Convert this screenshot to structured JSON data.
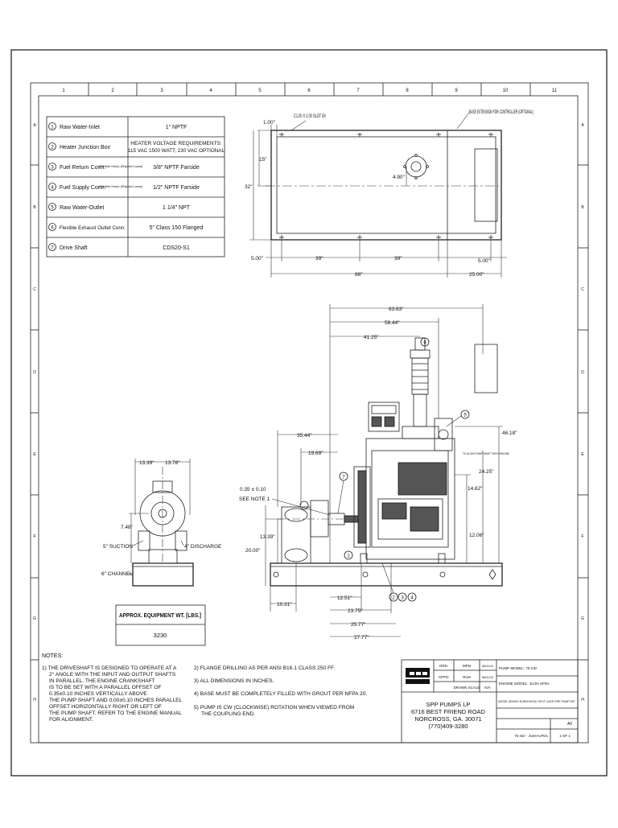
{
  "grid": {
    "columns": [
      "1",
      "2",
      "3",
      "4",
      "5",
      "6",
      "7",
      "8",
      "9",
      "10",
      "11"
    ],
    "rows": [
      "A",
      "B",
      "C",
      "D",
      "E",
      "F",
      "G",
      "H"
    ]
  },
  "connections": [
    {
      "num": "1",
      "name": "Raw Water-Inlet",
      "note": "",
      "value": "1\" NPTF",
      "value2": ""
    },
    {
      "num": "2",
      "name": "Heater Junction Box",
      "note": "",
      "value": "HEATER VOLTAGE REQUIREMENTS:",
      "value2": "115 VAC 1500 WATT, 230 VAC OPTIONAL"
    },
    {
      "num": "3",
      "name": "Fuel Return Conn.",
      "note": "(Flexible Hose) (Shipped Loose)",
      "value": "3/8\" NPTF Farside",
      "value2": ""
    },
    {
      "num": "4",
      "name": "Fuel Supply Conn.",
      "note": "(Flexible Hose) (Shipped Loose)",
      "value": "1/2\" NPTF Farside",
      "value2": ""
    },
    {
      "num": "5",
      "name": "Raw Water-Outlet",
      "note": "",
      "value": "1 1/4\" NPT",
      "value2": ""
    },
    {
      "num": "6",
      "name": "Flexible Exhaust Outlet Conn.",
      "note": "",
      "value": "5\" Class 150 Flanged",
      "value2": ""
    },
    {
      "num": "7",
      "name": "Drive Shaft",
      "note": "",
      "value": "CDS20-S1",
      "value2": ""
    }
  ],
  "top_view": {
    "slot_label": "C1.00 X 2.00 SLOT 8X",
    "base_ext_label": "BASE EXTENSION FOR CONTROLLER (OPTIONAL)",
    "dims": {
      "d100": "1.00\"",
      "d15": "15\"",
      "d32": "32\"",
      "d490": "4.90\"",
      "d500a": "5.00\"",
      "d39a": "39\"",
      "d39b": "39\"",
      "d500b": "5.00\"",
      "d88": "88\"",
      "d25": "25.00\""
    }
  },
  "elevation": {
    "dims": {
      "d6363": "63.63\"",
      "d5844": "58.44\"",
      "d4125": "41.25\"",
      "d3544": "35.44\"",
      "d1969": "19.69\"",
      "d4618": "46.18\"",
      "d2425": "24.25\"",
      "d1462": "14.62\"",
      "d1206": "12.06\"",
      "d1339": "13.39\"",
      "d2000": "20.00\"",
      "d1031": "10.31\"",
      "d1251": "12.51\"",
      "d2375": "23.75\"",
      "d2577": "25.77\"",
      "d2777": "27.77\""
    },
    "coupling_note": "0.35 ± 0.10",
    "see_note": "SEE NOTE 1",
    "pump_label": "TO ALIGN PUMP SHAFT WITH ENGINE"
  },
  "end_view": {
    "d1339": "13.39\"",
    "d1378": "13.78\"",
    "d748": "7.48\"",
    "suction": "5\" SUCTION",
    "discharge": "4\" DISCHARGE",
    "channel": "6\" CHANNEL"
  },
  "weight": {
    "title": "APPROX. EQUIPMENT WT. [LBS.]",
    "value": "3230"
  },
  "notes": {
    "title": "NOTES:",
    "n1": [
      "1)  THE DRIVESHAFT IS DESIGNED TO OPERATE AT A",
      "2° ANGLE WITH THE INPUT AND OUTPUT SHAFTS",
      "IN PARALLEL.  THE ENGINE CRANKSHAFT",
      "IS TO BE SET WITH A PARALLEL OFFSET OF",
      "0.35±0.10 INCHES VERTICALLY ABOVE",
      "THE PUMP SHAFT AND 0.00±0.10 INCHES PARALLEL",
      "OFFSET HORIZONTALLY RIGHT OR LEFT OF",
      "THE PUMP SHAFT.  REFER TO THE ENGINE MANUAL",
      "FOR ALIGNMENT."
    ],
    "n2": "2)  FLANGE DRILLING AS PER ANSI B16.1 CLASS 250 FF.",
    "n3": "3)  ALL DIMENSIONS IN INCHES.",
    "n4": "4)  BASE MUST BE COMPLETELY FILLED WITH GROUT PER NFPA 20.",
    "n5a": "5)  PUMP IS CW (CLOCKWISE) ROTATION WHEN VIEWED FROM",
    "n5b": "THE COUPLING END."
  },
  "title_block": {
    "drn": "DRN",
    "drn_by": "MFM",
    "drn_date": "08/11/12",
    "appd": "APP'D",
    "appd_by": "RLM",
    "appd_date": "08/11/12",
    "drawn_scale": "DRAWN SCALE",
    "scale": "N/A",
    "pump_model": "PUMP MODEL: 75 mD",
    "engine_model": "ENGINE MODEL: JU4H-UFDs",
    "desc": "DIESEL DRIVEN HORIZONTAL SPLIT CASE FIRE PUMP SET",
    "company": "SPP PUMPS LP",
    "addr1": "6716 BEST FRIEND ROAD",
    "addr2": "NORCROSS, GA. 30071",
    "phone": "(770)409-3280",
    "rev": "A0",
    "dwg": "75 mD - JU4H-UFDs",
    "sheet": "1 OF 1"
  }
}
